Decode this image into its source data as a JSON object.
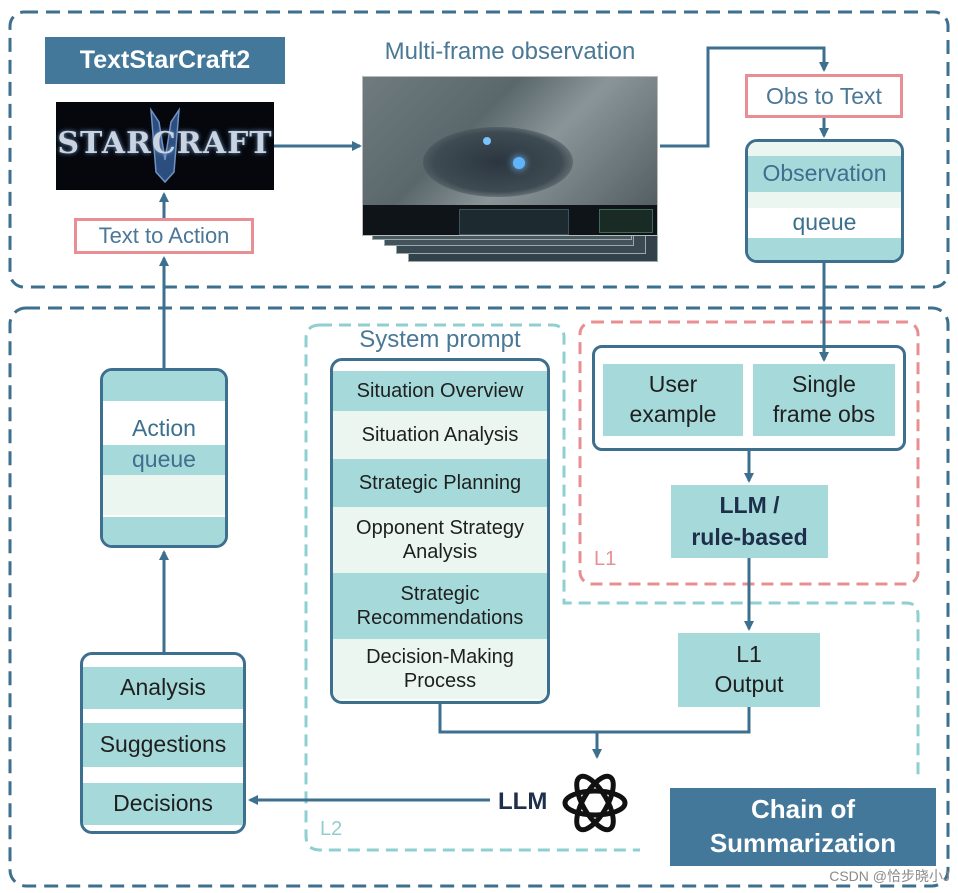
{
  "title_badge": "TextStarCraft2",
  "logo_text": "STARCRAFT",
  "multi_frame_label": "Multi-frame observation",
  "obs_to_text": "Obs to Text",
  "text_to_action": "Text to Action",
  "observation_queue": {
    "line1": "Observation",
    "line2": "queue"
  },
  "action_queue": {
    "line1": "Action",
    "line2": "queue"
  },
  "system_prompt": {
    "title": "System prompt",
    "items": [
      "Situation Overview",
      "Situation Analysis",
      "Strategic Planning",
      "Opponent Strategy Analysis",
      "Strategic Recommendations",
      "Decision-Making Process"
    ]
  },
  "l1": {
    "user_example": "User example",
    "single_frame_obs": "Single frame obs",
    "llm_line1": "LLM /",
    "llm_line2": "rule-based",
    "label": "L1",
    "output": "L1 Output"
  },
  "l2_label": "L2",
  "llm_label": "LLM",
  "results": [
    "Analysis",
    "Suggestions",
    "Decisions"
  ],
  "chain_title": {
    "line1": "Chain of",
    "line2": "Summarization"
  },
  "watermark": "CSDN @恰步晓小J",
  "colors": {
    "navy": "#3d6f8e",
    "teal": "#a6d9da",
    "pale": "#eaf6ef",
    "pink": "#e88f93",
    "dark_badge": "#43789b"
  }
}
